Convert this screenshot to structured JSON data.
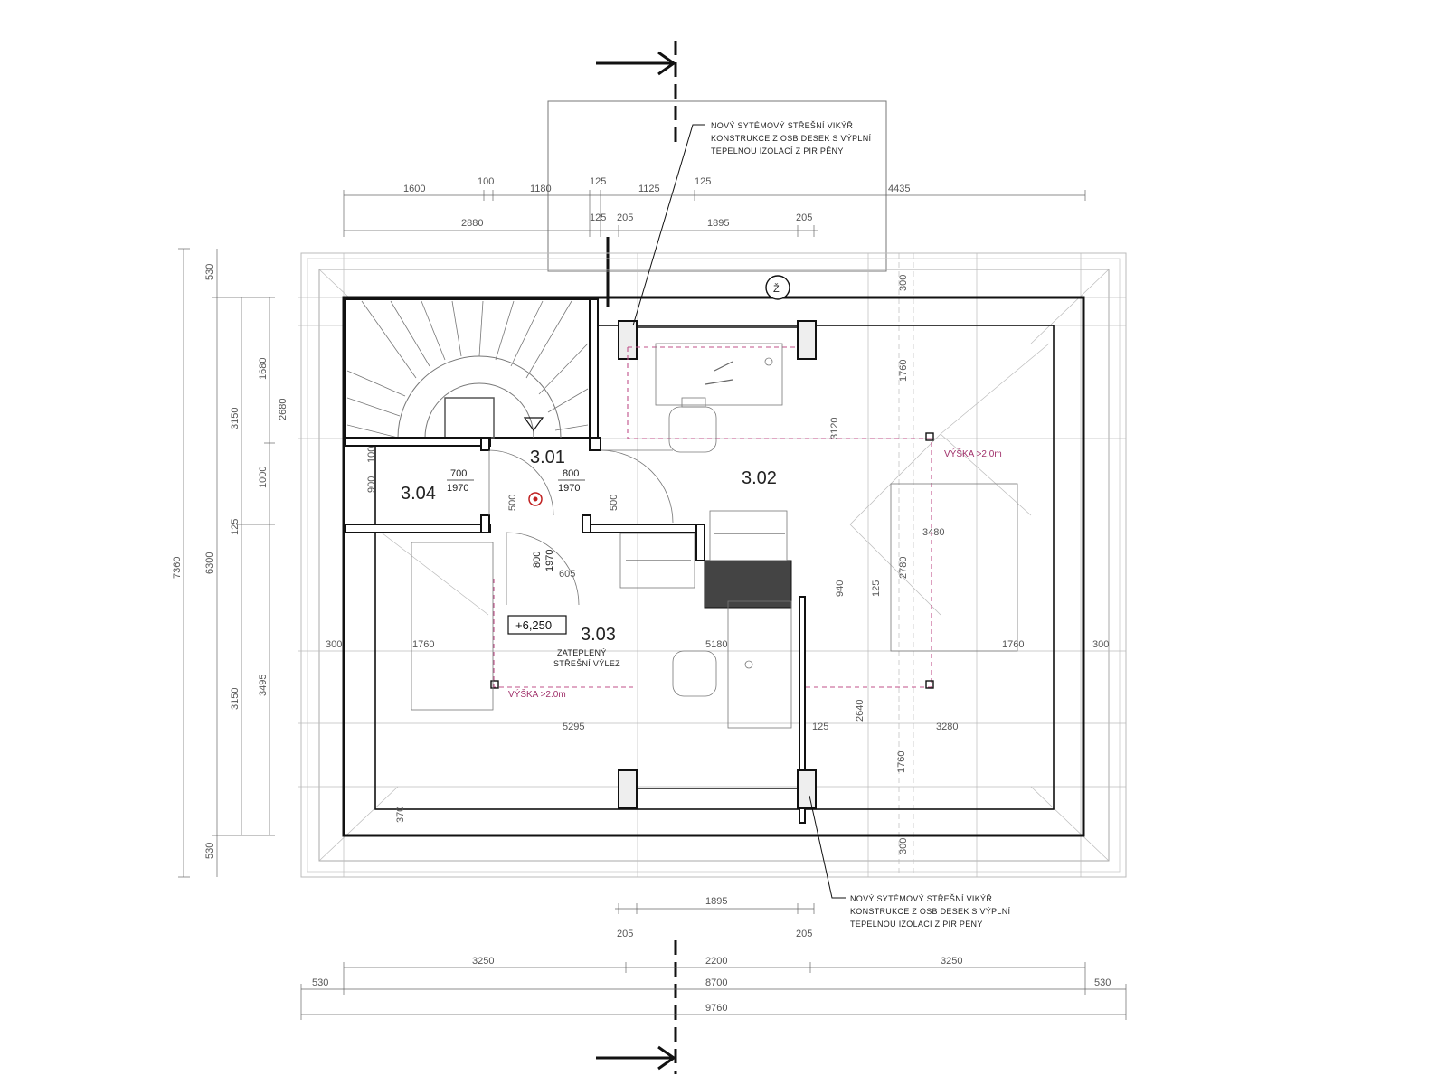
{
  "rooms": [
    {
      "id": "3.01",
      "label": "3.01"
    },
    {
      "id": "3.02",
      "label": "3.02"
    },
    {
      "id": "3.03",
      "label": "3.03"
    },
    {
      "id": "3.04",
      "label": "3.04"
    }
  ],
  "room_notes": {
    "attic_line1": "ZATEPLENÝ",
    "attic_line2": "STŘEŠNÍ VÝLEZ",
    "height_note_right": "VÝŠKA >2.0m",
    "height_note_left": "VÝŠKA >2.0m"
  },
  "elevation": "+6,250",
  "north_mark": "Ž",
  "doors": {
    "d304_w": "700",
    "d304_h": "1970",
    "d301_w": "800",
    "d301_h": "1970",
    "d303_w": "800",
    "d303_h": "1970"
  },
  "callouts": {
    "top": [
      "NOVÝ SYTÉMOVÝ STŘEŠNÍ VIKÝŘ",
      "KONSTRUKCE Z OSB DESEK S VÝPLNÍ",
      "TEPELNOU IZOLACÍ Z PIR PĚNY"
    ],
    "bottom": [
      "NOVÝ SYTÉMOVÝ STŘEŠNÍ VIKÝŘ",
      "KONSTRUKCE Z OSB DESEK S VÝPLNÍ",
      "TEPELNOU IZOLACÍ Z PIR PĚNY"
    ]
  },
  "dimensions": {
    "top_row1": [
      "1600",
      "100",
      "1180",
      "125",
      "1125",
      "125",
      "4435"
    ],
    "top_row2": [
      "2880",
      "125",
      "205",
      "1895",
      "205"
    ],
    "left_outer": [
      "530",
      "7360",
      "530"
    ],
    "left_mid": [
      "6300"
    ],
    "left_inner": [
      "3150",
      "125",
      "3150"
    ],
    "left_inner2": [
      "1680",
      "2680",
      "1000",
      "3495",
      "370"
    ],
    "room304": [
      "100",
      "900",
      "500",
      "500"
    ],
    "interior": [
      "605",
      "1760",
      "5295",
      "300",
      "300",
      "5180",
      "1760",
      "3280",
      "125",
      "2640",
      "1760",
      "3120",
      "3480",
      "2780",
      "940",
      "125",
      "300",
      "300"
    ],
    "bottom_row0": [
      "1895"
    ],
    "bottom_row0b": [
      "205",
      "205"
    ],
    "bottom_row1": [
      "3250",
      "2200",
      "3250"
    ],
    "bottom_row2": [
      "530",
      "8700",
      "530"
    ],
    "bottom_row3": [
      "9760"
    ]
  }
}
